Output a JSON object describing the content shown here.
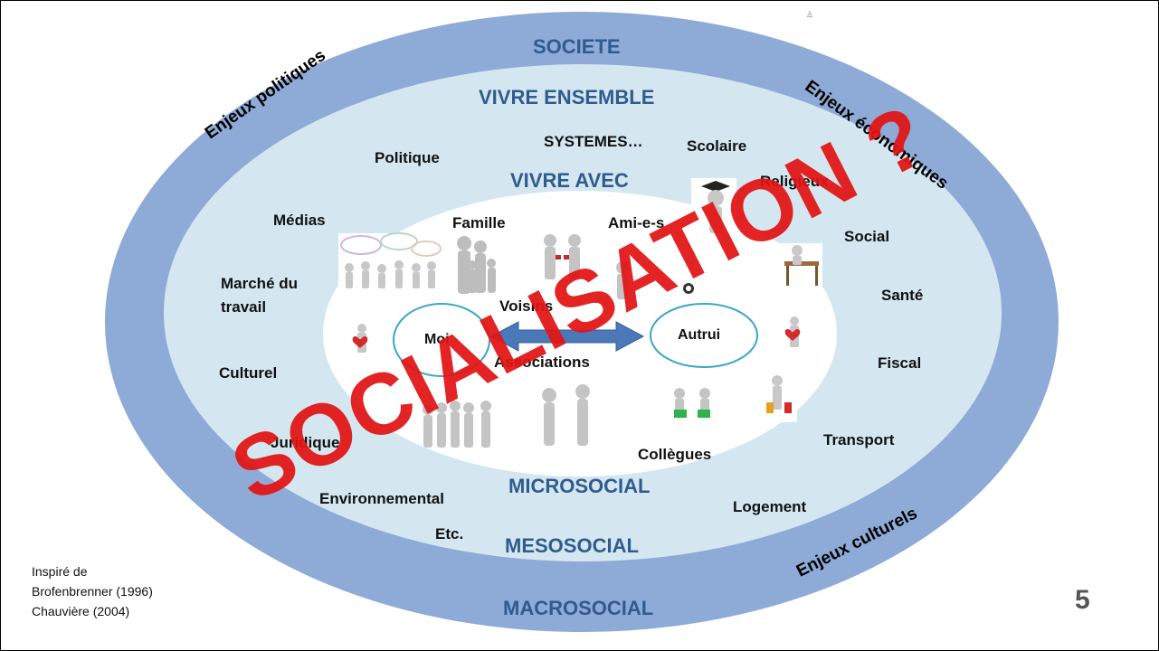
{
  "levels": {
    "societe": "SOCIETE",
    "vivre_ensemble": "VIVRE ENSEMBLE",
    "vivre_avec": "VIVRE AVEC",
    "microsocial": "MICROSOCIAL",
    "mesosocial": "MESOSOCIAL",
    "macrosocial": "MACROSOCIAL"
  },
  "enjeux": {
    "politiques": "Enjeux politiques",
    "economiques": "Enjeux économiques",
    "culturels": "Enjeux culturels"
  },
  "systems": {
    "systemes": "SYSTEMES…",
    "politique": "Politique",
    "scolaire": "Scolaire",
    "religieux": "Religieux",
    "medias": "Médias",
    "social": "Social",
    "marche_travail_1": "Marché du",
    "marche_travail_2": "travail",
    "sante": "Santé",
    "culturel": "Culturel",
    "fiscal": "Fiscal",
    "juridique": "Juridique",
    "transport": "Transport",
    "environnemental": "Environnemental",
    "logement": "Logement",
    "etc": "Etc."
  },
  "micro": {
    "famille": "Famille",
    "amis": "Ami-e-s",
    "voisins": "Voisins",
    "associations": "Associations",
    "collegues": "Collègues",
    "moi": "Moi",
    "autrui": "Autrui"
  },
  "overlay": "SOCIALISATION ?",
  "credit": {
    "line1": "Inspiré de",
    "line2": "Brofenbrenner (1996)",
    "line3": "Chauvière (2004)"
  },
  "page_number": "5",
  "colors": {
    "outer_ring": "#8eaad6",
    "middle_ring": "#d4e7f1",
    "inner": "#ffffff",
    "level_text": "#2f5b8e",
    "overlay_red": "#e21414",
    "arrow_blue": "#4a78b8",
    "oval_stroke": "#3aa6c8"
  }
}
